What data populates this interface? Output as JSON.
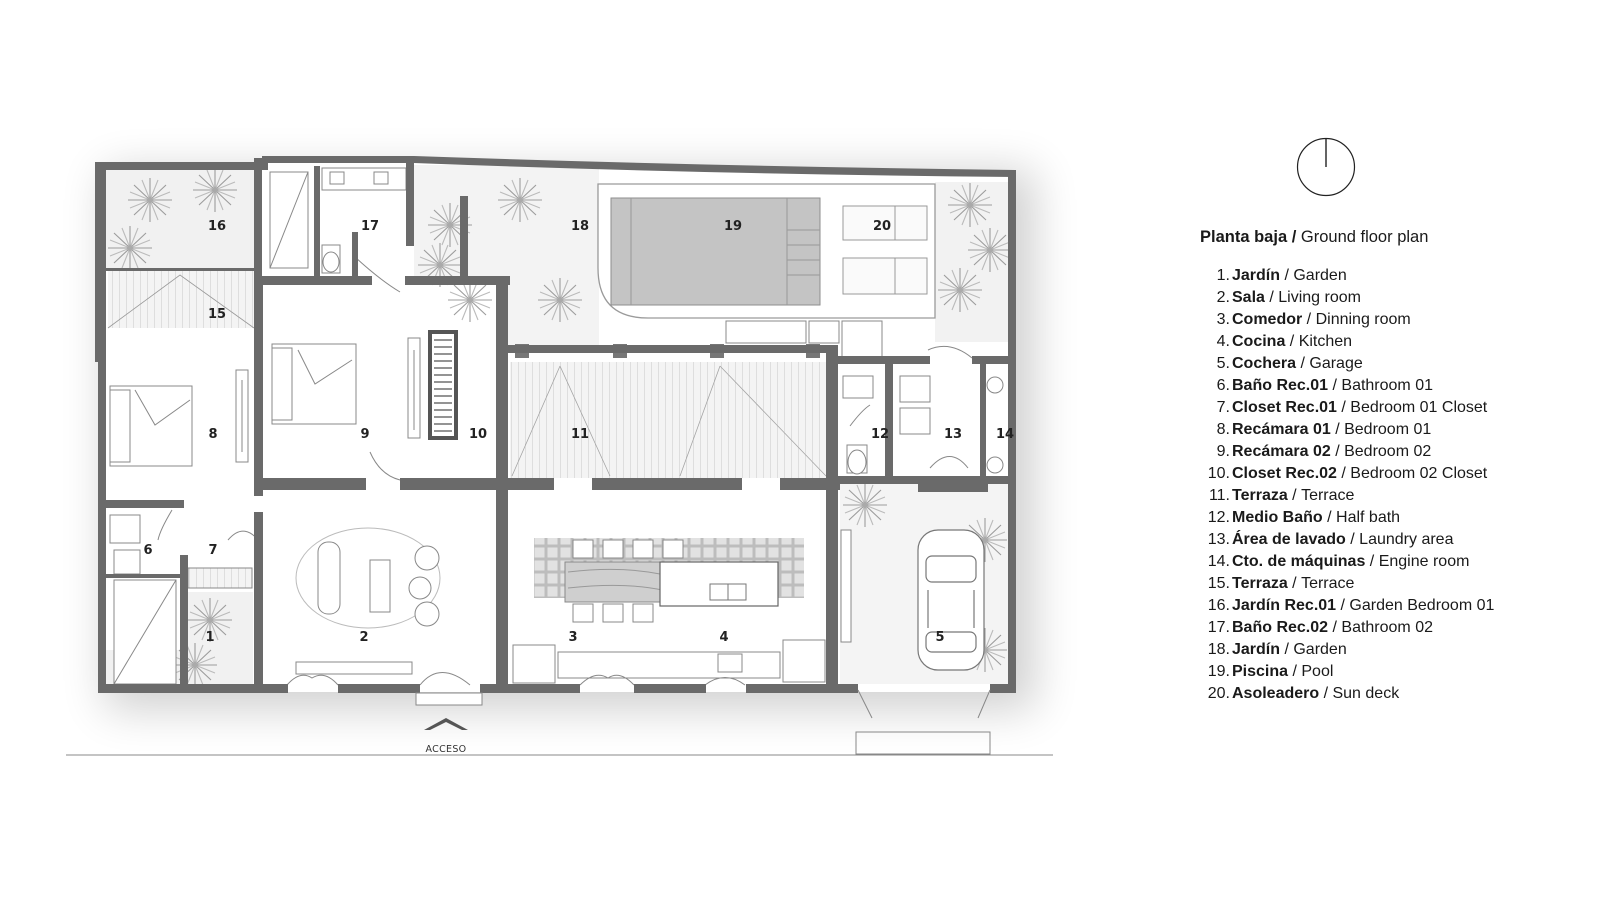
{
  "plan": {
    "access_label": "ACCESO",
    "room_numbers": [
      "1",
      "2",
      "3",
      "4",
      "5",
      "6",
      "7",
      "8",
      "9",
      "10",
      "11",
      "12",
      "13",
      "14",
      "15",
      "16",
      "17",
      "18",
      "19",
      "20"
    ]
  },
  "compass": {
    "icon": "north-arrow-icon"
  },
  "legend": {
    "title_es": "Planta baja /",
    "title_en": "Ground floor plan",
    "items": [
      {
        "num": "1.",
        "es": "Jardín",
        "en": "Garden"
      },
      {
        "num": "2.",
        "es": "Sala",
        "en": "Living room"
      },
      {
        "num": "3.",
        "es": "Comedor",
        "en": "Dinning room"
      },
      {
        "num": "4.",
        "es": "Cocina",
        "en": "Kitchen"
      },
      {
        "num": "5.",
        "es": "Cochera",
        "en": "Garage"
      },
      {
        "num": "6.",
        "es": "Baño Rec.01",
        "en": "Bathroom 01"
      },
      {
        "num": "7.",
        "es": "Closet Rec.01",
        "en": "Bedroom 01 Closet"
      },
      {
        "num": "8.",
        "es": "Recámara 01",
        "en": "Bedroom 01"
      },
      {
        "num": "9.",
        "es": "Recámara 02",
        "en": "Bedroom 02"
      },
      {
        "num": "10.",
        "es": "Closet Rec.02",
        "en": "Bedroom 02 Closet"
      },
      {
        "num": "11.",
        "es": "Terraza",
        "en": "Terrace"
      },
      {
        "num": "12.",
        "es": "Medio Baño",
        "en": "Half bath"
      },
      {
        "num": "13.",
        "es": "Área de lavado",
        "en": "Laundry area"
      },
      {
        "num": "14.",
        "es": "Cto. de máquinas",
        "en": "Engine room"
      },
      {
        "num": "15.",
        "es": "Terraza",
        "en": "Terrace"
      },
      {
        "num": "16.",
        "es": "Jardín Rec.01",
        "en": "Garden Bedroom 01"
      },
      {
        "num": "17.",
        "es": "Baño Rec.02",
        "en": "Bathroom 02"
      },
      {
        "num": "18.",
        "es": "Jardín",
        "en": "Garden"
      },
      {
        "num": "19.",
        "es": "Piscina",
        "en": "Pool"
      },
      {
        "num": "20.",
        "es": "Asoleadero",
        "en": "Sun deck"
      }
    ]
  }
}
